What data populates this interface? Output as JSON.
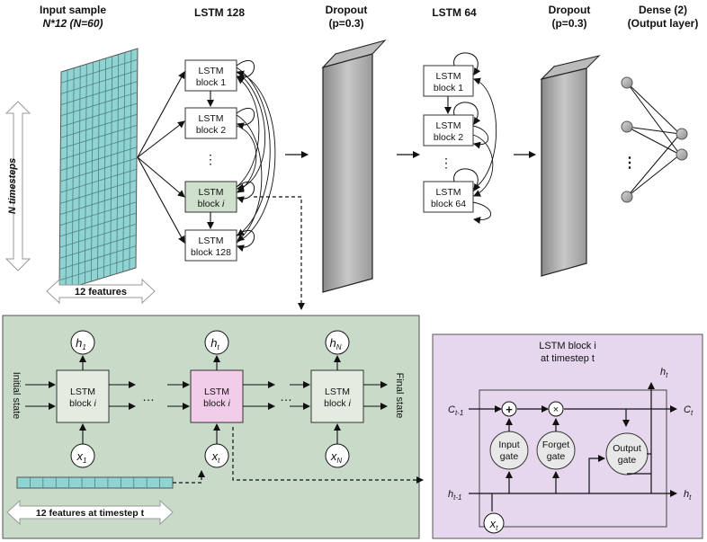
{
  "header": {
    "input_title": "Input sample",
    "input_formula": "N*12 (N=60)",
    "lstm128_title": "LSTM 128",
    "dropout1_title": "Dropout",
    "dropout1_param": "(p=0.3)",
    "lstm64_title": "LSTM 64",
    "dropout2_title": "Dropout",
    "dropout2_param": "(p=0.3)",
    "dense_title": "Dense (2)",
    "dense_subtitle": "(Output layer)"
  },
  "input_grid": {
    "timesteps_label": "N timesteps",
    "features_label": "12 features",
    "color": "#8fd3d3"
  },
  "lstm128_blocks": [
    {
      "line1": "LSTM",
      "line2": "block 1"
    },
    {
      "line1": "LSTM",
      "line2": "block 2"
    },
    {
      "line1": "LSTM",
      "line2": "block i"
    },
    {
      "line1": "LSTM",
      "line2": "block 128"
    }
  ],
  "lstm64_blocks": [
    {
      "line1": "LSTM",
      "line2": "block 1"
    },
    {
      "line1": "LSTM",
      "line2": "block 2"
    },
    {
      "line1": "LSTM",
      "line2": "block 64"
    }
  ],
  "unrolled": {
    "initial_state": "Initial state",
    "final_state": "Final state",
    "cells": [
      {
        "line1": "LSTM",
        "line2": "block i",
        "h": "h1",
        "x": "x1"
      },
      {
        "line1": "LSTM",
        "line2": "block i",
        "h": "ht",
        "x": "xt"
      },
      {
        "line1": "LSTM",
        "line2": "block i",
        "h": "hN",
        "x": "xN"
      }
    ],
    "features_label": "12 features at timestep t",
    "bg_color": "#c7dbc8"
  },
  "cell_detail": {
    "title_line1": "LSTM block i",
    "title_line2": "at timestep t",
    "c_in": "Ct-1",
    "c_out": "Ct",
    "h_in": "ht-1",
    "h_out": "ht",
    "h_top": "ht",
    "x_in": "xt",
    "input_gate": [
      "Input",
      "gate"
    ],
    "forget_gate": [
      "Forget",
      "gate"
    ],
    "output_gate": [
      "Output",
      "gate"
    ],
    "plus_symbol": "+",
    "times_symbol": "×",
    "bg_color": "#e6d6ee"
  },
  "ellipsis": "⋮",
  "dots_h": "…",
  "colors": {
    "block_highlight": "#cfe0cc",
    "block_highlight_pink": "#f2cdea",
    "dropout_gray": "#a8a8a8",
    "node_gray": "#a0a0a0"
  }
}
